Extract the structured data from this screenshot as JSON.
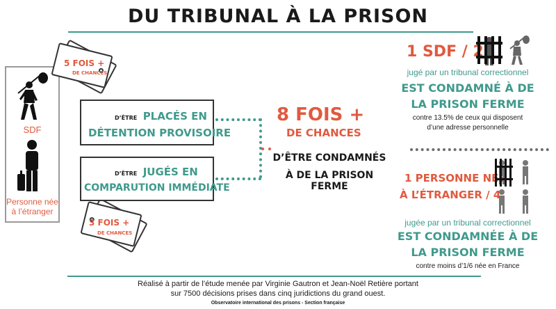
{
  "title": "DU TRIBUNAL À LA PRISON",
  "left_panel": {
    "sdf_label": "SDF",
    "foreign_label_line1": "Personne née",
    "foreign_label_line2": "à l’étranger"
  },
  "tag_top": {
    "line1": "5 FOIS +",
    "line2": "DE CHANCES"
  },
  "tag_bottom": {
    "line1": "3 FOIS +",
    "line2": "DE CHANCES"
  },
  "box_detention": {
    "prefix": "D’ÊTRE",
    "line1": "PLACÉS EN",
    "line2": "DÉTENTION PROVISOIRE"
  },
  "box_comparution": {
    "prefix": "D’ÊTRE",
    "line1": "JUGÉS EN",
    "line2": "COMPARUTION IMMÉDIATE"
  },
  "center": {
    "big": "8 FOIS +",
    "sub": "DE CHANCES",
    "line1": "D’ÊTRE CONDAMNÉS",
    "line2": "À DE LA PRISON FERME"
  },
  "right_top": {
    "head": "1 SDF / 2",
    "line1": "jugé par un tribunal correctionnel",
    "bold1": "EST CONDAMNÉ À DE",
    "bold2": "LA PRISON FERME",
    "note1": "contre 13.5% de ceux qui disposent",
    "note2": "d’une adresse personnelle"
  },
  "right_bottom": {
    "head1": "1 PERSONNE NÉE",
    "head2": "À L’ÉTRANGER / 4",
    "line1": "jugée par un tribunal correctionnel",
    "bold1": "EST CONDAMNÉE À DE",
    "bold2": "LA PRISON FERME",
    "note": "contre moins d’1/6 née en France"
  },
  "footer": {
    "line1": "Réalisé à partir de l’étude menée par Virginie Gautron et Jean-Noël Retière portant",
    "line2": "sur 7500 décisions prises dans cinq juridictions du grand ouest.",
    "credit": "Observatoire international des prisons - Section française"
  },
  "colors": {
    "accent_red": "#e05a3f",
    "accent_teal": "#3f9a8c",
    "ink": "#1a1a1a",
    "grey": "#9a9a9a"
  },
  "icons": [
    "hobo-with-bundle-icon",
    "traveler-with-suitcase-icon",
    "prisoner-behind-bars-icon",
    "person-icon"
  ]
}
